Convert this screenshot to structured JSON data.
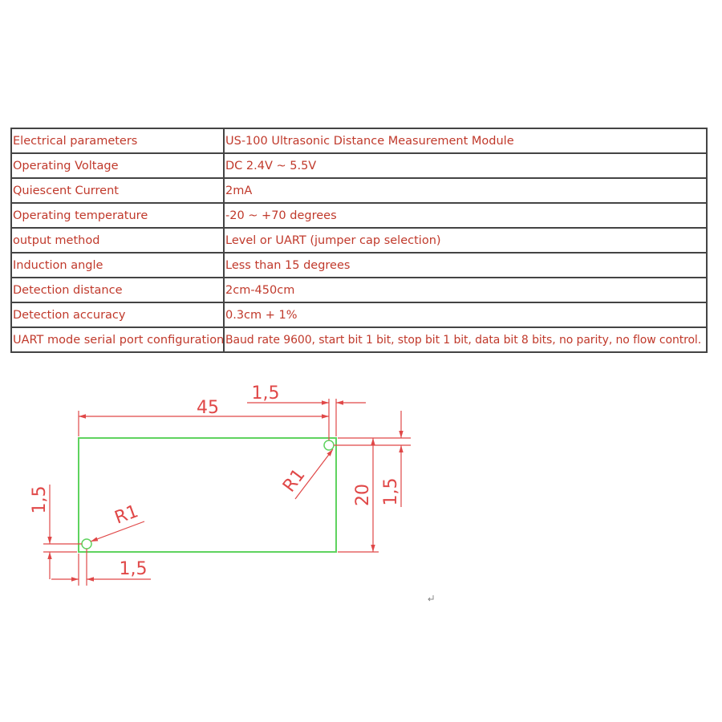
{
  "table": {
    "rows": [
      {
        "param": "Electrical parameters",
        "value": "US-100 Ultrasonic Distance Measurement Module"
      },
      {
        "param": "Operating Voltage",
        "value": "DC 2.4V ~ 5.5V"
      },
      {
        "param": "Quiescent Current",
        "value": "2mA"
      },
      {
        "param": "Operating temperature",
        "value": "-20 ~ +70 degrees"
      },
      {
        "param": "output method",
        "value": "Level or UART (jumper cap selection)"
      },
      {
        "param": "Induction angle",
        "value": "Less than 15 degrees"
      },
      {
        "param": "Detection distance",
        "value": "2cm-450cm"
      },
      {
        "param": "Detection accuracy",
        "value": "0.3cm + 1%"
      },
      {
        "param": "UART mode serial port configuration",
        "value": "Baud rate 9600, start bit 1 bit, stop bit 1 bit, data bit 8 bits, no parity, no flow control."
      }
    ]
  },
  "drawing": {
    "width_label": "45",
    "height_label": "20",
    "offset_top": "1,5",
    "offset_right": "1,5",
    "offset_left": "1,5",
    "offset_bottom": "1,5",
    "radius_top_right": "R1",
    "radius_bottom_left": "R1",
    "colors": {
      "outline": "#5fd35f",
      "dimension": "#e04848"
    }
  }
}
